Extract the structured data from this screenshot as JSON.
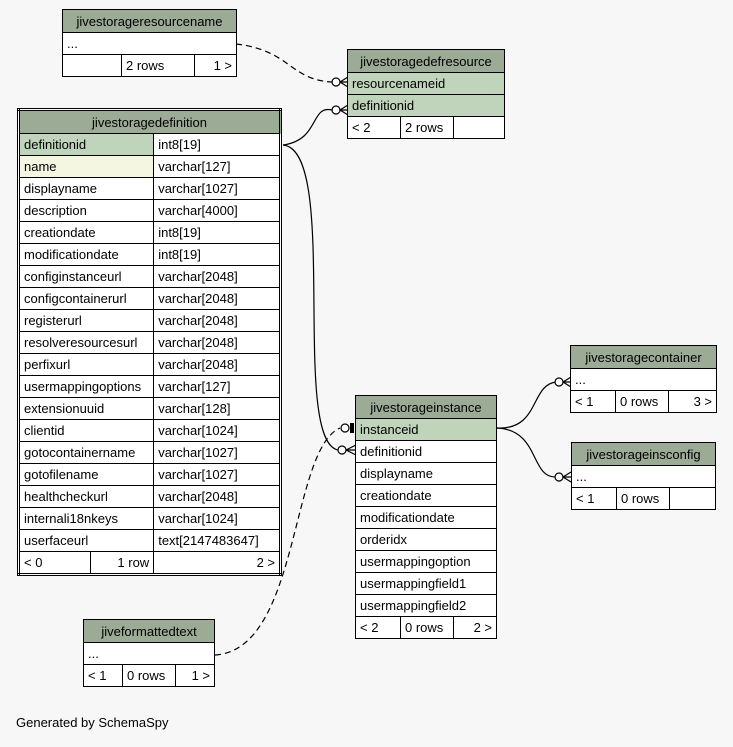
{
  "tables": {
    "jivestorageresourcename": {
      "name": "jivestorageresourcename",
      "columns": [
        "..."
      ],
      "footer": [
        "",
        "2 rows",
        "1 >"
      ]
    },
    "jivestoragedefresource": {
      "name": "jivestoragedefresource",
      "columns": [
        "resourcenameid",
        "definitionid"
      ],
      "footer": [
        "< 2",
        "2 rows",
        ""
      ]
    },
    "jivestoragedefinition": {
      "name": "jivestoragedefinition",
      "columns": [
        {
          "name": "definitionid",
          "type": "int8[19]"
        },
        {
          "name": "name",
          "type": "varchar[127]"
        },
        {
          "name": "displayname",
          "type": "varchar[1027]"
        },
        {
          "name": "description",
          "type": "varchar[4000]"
        },
        {
          "name": "creationdate",
          "type": "int8[19]"
        },
        {
          "name": "modificationdate",
          "type": "int8[19]"
        },
        {
          "name": "configinstanceurl",
          "type": "varchar[2048]"
        },
        {
          "name": "configcontainerurl",
          "type": "varchar[2048]"
        },
        {
          "name": "registerurl",
          "type": "varchar[2048]"
        },
        {
          "name": "resolveresourcesurl",
          "type": "varchar[2048]"
        },
        {
          "name": "perfixurl",
          "type": "varchar[2048]"
        },
        {
          "name": "usermappingoptions",
          "type": "varchar[127]"
        },
        {
          "name": "extensionuuid",
          "type": "varchar[128]"
        },
        {
          "name": "clientid",
          "type": "varchar[1024]"
        },
        {
          "name": "gotocontainername",
          "type": "varchar[1027]"
        },
        {
          "name": "gotofilename",
          "type": "varchar[1027]"
        },
        {
          "name": "healthcheckurl",
          "type": "varchar[2048]"
        },
        {
          "name": "internali18nkeys",
          "type": "varchar[1024]"
        },
        {
          "name": "userfaceurl",
          "type": "text[2147483647]"
        }
      ],
      "footer": [
        "< 0",
        "1 row",
        "2 >"
      ]
    },
    "jivestorageinstance": {
      "name": "jivestorageinstance",
      "columns": [
        "instanceid",
        "definitionid",
        "displayname",
        "creationdate",
        "modificationdate",
        "orderidx",
        "usermappingoption",
        "usermappingfield1",
        "usermappingfield2"
      ],
      "footer": [
        "< 2",
        "0 rows",
        "2 >"
      ]
    },
    "jivestoragecontainer": {
      "name": "jivestoragecontainer",
      "columns": [
        "..."
      ],
      "footer": [
        "< 1",
        "0 rows",
        "3 >"
      ]
    },
    "jivestorageinsconfig": {
      "name": "jivestorageinsconfig",
      "columns": [
        "..."
      ],
      "footer": [
        "< 1",
        "0 rows",
        ""
      ]
    },
    "jiveformattedtext": {
      "name": "jiveformattedtext",
      "columns": [
        "..."
      ],
      "footer": [
        "< 1",
        "0 rows",
        "1 >"
      ]
    }
  },
  "colors": {
    "header": "#9bab96",
    "primary_key": "#bfd4bb",
    "indexed": "#f5f6e1",
    "background": "#f7f7f7"
  },
  "footer_text": "Generated by SchemaSpy"
}
